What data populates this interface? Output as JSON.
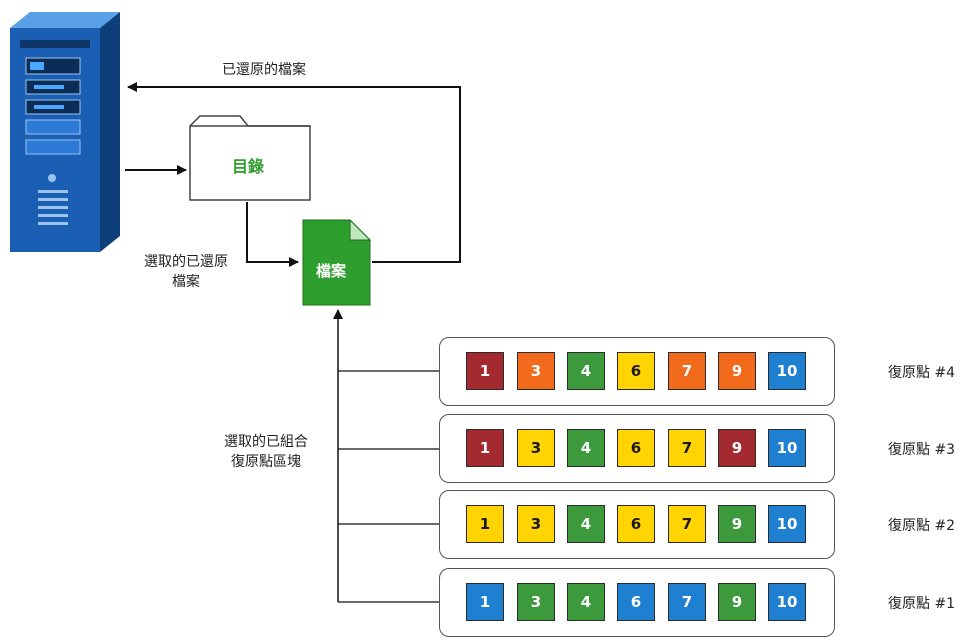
{
  "labels": {
    "restored_file": "已還原的檔案",
    "selected_restored_file": [
      "選取的已還原",
      "檔案"
    ],
    "selected_combined_blocks": [
      "選取的已組合",
      "復原點區塊"
    ],
    "directory": "目錄",
    "file": "檔案"
  },
  "colors": {
    "red": "#a32a2f",
    "orange": "#f26a1b",
    "green": "#3c9a3c",
    "yellow": "#ffd400",
    "blue": "#1f7fd0",
    "file_green": "#2e9e2e",
    "server_blue": "#1a5fb4"
  },
  "recovery_points": [
    {
      "label": "復原點 #4",
      "blocks": [
        {
          "num": "1",
          "color": "red"
        },
        {
          "num": "3",
          "color": "orange"
        },
        {
          "num": "4",
          "color": "green"
        },
        {
          "num": "6",
          "color": "yellow"
        },
        {
          "num": "7",
          "color": "orange"
        },
        {
          "num": "9",
          "color": "orange"
        },
        {
          "num": "10",
          "color": "blue"
        }
      ]
    },
    {
      "label": "復原點 #3",
      "blocks": [
        {
          "num": "1",
          "color": "red"
        },
        {
          "num": "3",
          "color": "yellow"
        },
        {
          "num": "4",
          "color": "green"
        },
        {
          "num": "6",
          "color": "yellow"
        },
        {
          "num": "7",
          "color": "yellow"
        },
        {
          "num": "9",
          "color": "red"
        },
        {
          "num": "10",
          "color": "blue"
        }
      ]
    },
    {
      "label": "復原點 #2",
      "blocks": [
        {
          "num": "1",
          "color": "yellow"
        },
        {
          "num": "3",
          "color": "yellow"
        },
        {
          "num": "4",
          "color": "green"
        },
        {
          "num": "6",
          "color": "yellow"
        },
        {
          "num": "7",
          "color": "yellow"
        },
        {
          "num": "9",
          "color": "green"
        },
        {
          "num": "10",
          "color": "blue"
        }
      ]
    },
    {
      "label": "復原點 #1",
      "blocks": [
        {
          "num": "1",
          "color": "blue"
        },
        {
          "num": "3",
          "color": "green"
        },
        {
          "num": "4",
          "color": "green"
        },
        {
          "num": "6",
          "color": "blue"
        },
        {
          "num": "7",
          "color": "blue"
        },
        {
          "num": "9",
          "color": "green"
        },
        {
          "num": "10",
          "color": "blue"
        }
      ]
    }
  ]
}
